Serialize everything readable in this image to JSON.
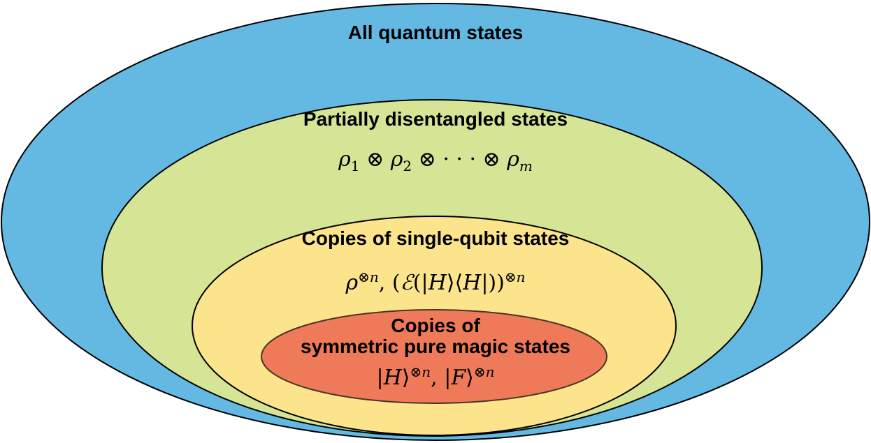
{
  "regions": [
    {
      "id": "all",
      "title": "All quantum states",
      "formula": "",
      "fill": "#64b9e3"
    },
    {
      "id": "partial",
      "title": "Partially disentangled states",
      "formula": "ρ₁ ⊗ ρ₂ ⊗ ⋯ ⊗ ρₘ",
      "fill": "#d5e595"
    },
    {
      "id": "single",
      "title": "Copies of single-qubit states",
      "formula": "ρ^{⊗n}, (ℰ(|H⟩⟨H|))^{⊗n}",
      "fill": "#fbe48c"
    },
    {
      "id": "magic",
      "title_lines": [
        "Copies of",
        "symmetric pure magic states"
      ],
      "formula": "|H⟩^{⊗n}, |F⟩^{⊗n}",
      "fill": "#ef7a59"
    }
  ],
  "stroke_color": "#000000",
  "inner_stroke_color": "#4a3525"
}
